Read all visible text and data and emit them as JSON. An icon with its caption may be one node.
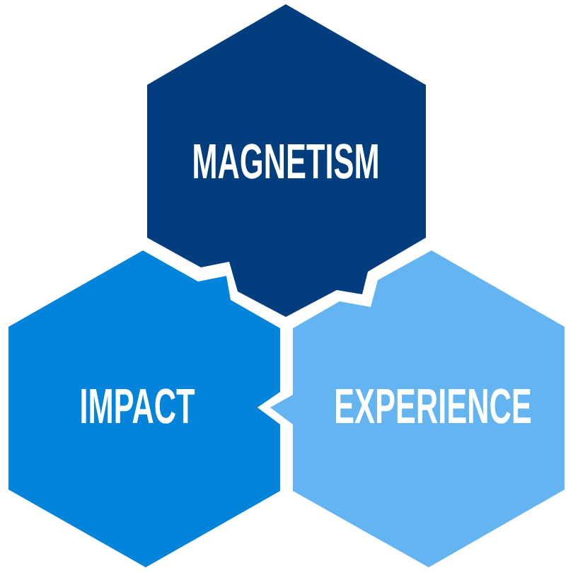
{
  "diagram": {
    "nodes": [
      {
        "text": [
          "MAGNETISM"
        ]
      },
      {
        "text": [
          "IMPACT"
        ]
      },
      {
        "text": [
          "EXPERIENCE"
        ]
      }
    ]
  }
}
